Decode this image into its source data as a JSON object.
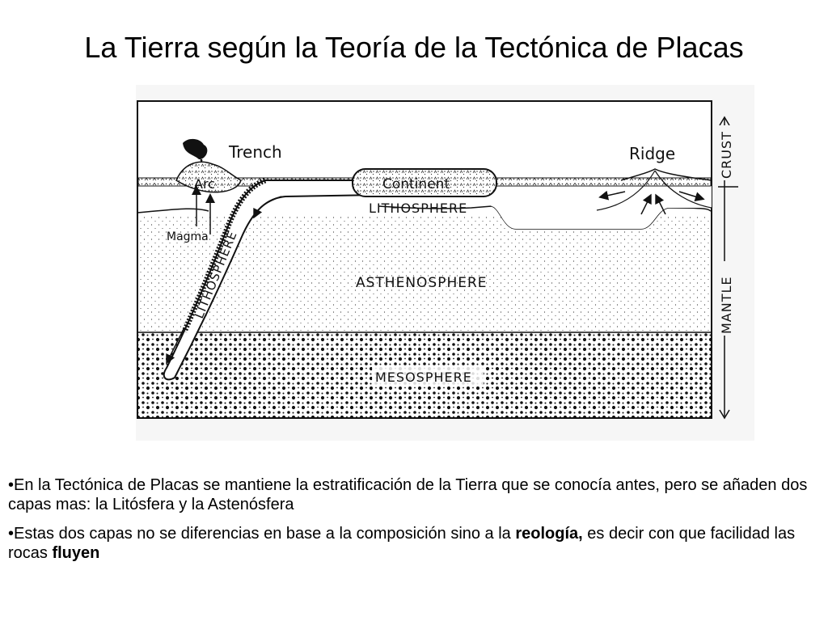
{
  "slide": {
    "title": "La Tierra según la Teoría de la Tectónica de Placas"
  },
  "diagram": {
    "labels": {
      "trench": "Trench",
      "ridge": "Ridge",
      "arc": "Arc",
      "continent": "Continent",
      "magma": "Magma",
      "lithosphere_top": "LITHOSPHERE",
      "lithosphere_slab": "LITHOSPHERE",
      "asthenosphere": "ASTHENOSPHERE",
      "mesosphere": "MESOSPHERE",
      "crust": "CRUST",
      "mantle": "MANTLE"
    }
  },
  "bullets": [
    {
      "text": "•En la Tectónica de Placas se mantiene la estratificación de la Tierra que se conocía antes, pero se añaden dos capas mas: la Litósfera y la Astenósfera"
    },
    {
      "part1": "•Estas dos capas no se diferencias en base a la composición sino a la ",
      "bold1": "reología,",
      "part2": " es decir con que facilidad las rocas ",
      "bold2": "fluyen"
    }
  ]
}
